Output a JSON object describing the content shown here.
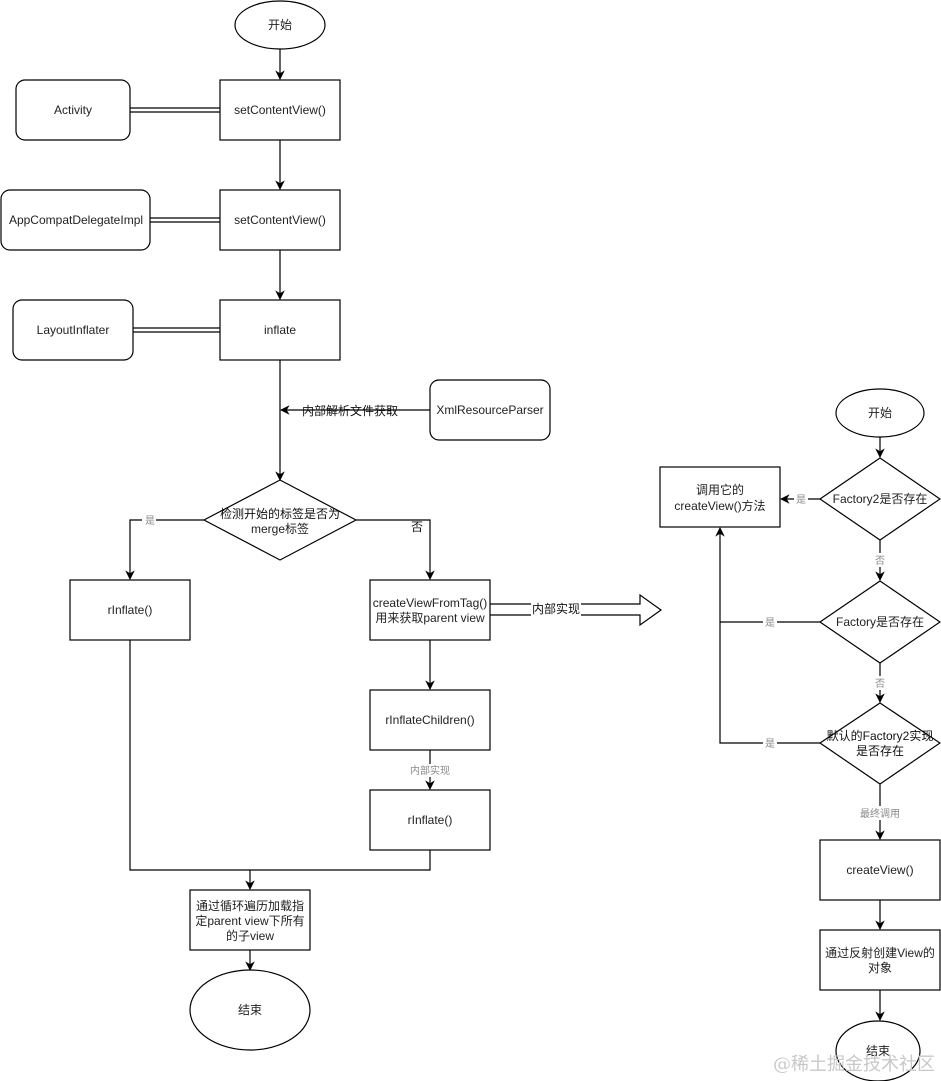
{
  "left_flow": {
    "start": "开始",
    "activity": "Activity",
    "set_content_view_1": "setContentView()",
    "app_compat_delegate": "AppCompatDelegateImpl",
    "set_content_view_2": "setContentView()",
    "layout_inflater": "LayoutInflater",
    "inflate": "inflate",
    "xml_resource_parser": "XmlResourceParser",
    "parser_edge_label": "内部解析文件获取",
    "merge_decision": [
      "检测开始的标签是否为",
      "merge标签"
    ],
    "yes_label": "是",
    "no_label": "否",
    "rinflate_left": "rInflate()",
    "create_view_from_tag": [
      "createViewFromTag()",
      "用来获取parent view"
    ],
    "impl_arrow_label": "内部实现",
    "rinflate_children": "rInflateChildren()",
    "children_edge_label": "内部实现",
    "rinflate_right": "rInflate()",
    "loop_load": [
      "通过循环遍历加载指",
      "定parent view下所有",
      "的子view"
    ],
    "end": "结束"
  },
  "right_flow": {
    "start": "开始",
    "call_create_view": [
      "调用它的",
      "createView()方法"
    ],
    "factory2_decision": "Factory2是否存在",
    "factory_decision": "Factory是否存在",
    "default_factory2_decision": [
      "默认的Factory2实现",
      "是否存在"
    ],
    "yes_label": "是",
    "no_label": "否",
    "final_call_label": "最终调用",
    "create_view": "createView()",
    "reflect_create": [
      "通过反射创建View的",
      "对象"
    ],
    "end": "结束"
  },
  "watermark": "@稀土掘金技术社区"
}
